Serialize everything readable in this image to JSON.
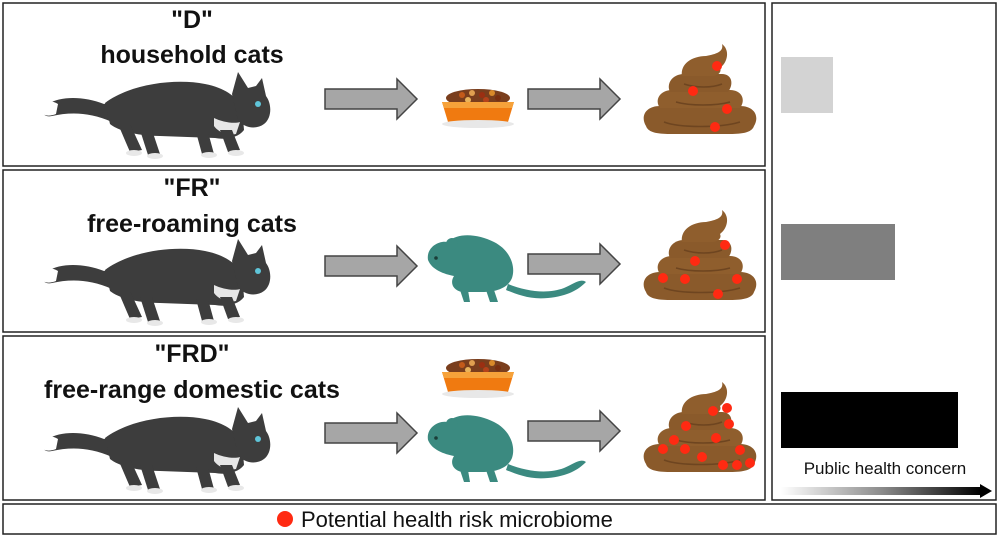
{
  "rows": [
    {
      "code": "\"D\"",
      "name": "household cats",
      "diet": [
        "food-bowl"
      ],
      "dot_count": 4
    },
    {
      "code": "\"FR\"",
      "name": "free-roaming cats",
      "diet": [
        "mouse"
      ],
      "dot_count": 6
    },
    {
      "code": "\"FRD\"",
      "name": "free-range domestic cats",
      "diet": [
        "food-bowl",
        "mouse"
      ],
      "dot_count": 13
    }
  ],
  "concern_levels": [
    {
      "row": "D",
      "level": 0.25,
      "color": "#d3d3d3"
    },
    {
      "row": "FR",
      "level": 0.55,
      "color": "#7f7f7f"
    },
    {
      "row": "FRD",
      "level": 0.85,
      "color": "#000000"
    }
  ],
  "concern_axis_label": "Public health concern",
  "legend": {
    "marker_color": "#ff2a12",
    "label": "Potential health risk microbiome"
  },
  "colors": {
    "cat": "#3d3d3d",
    "arrow": "#a6a6a6",
    "bowl": "#f07a10",
    "mouse": "#3b8a80",
    "poop": "#8a5a2b"
  }
}
